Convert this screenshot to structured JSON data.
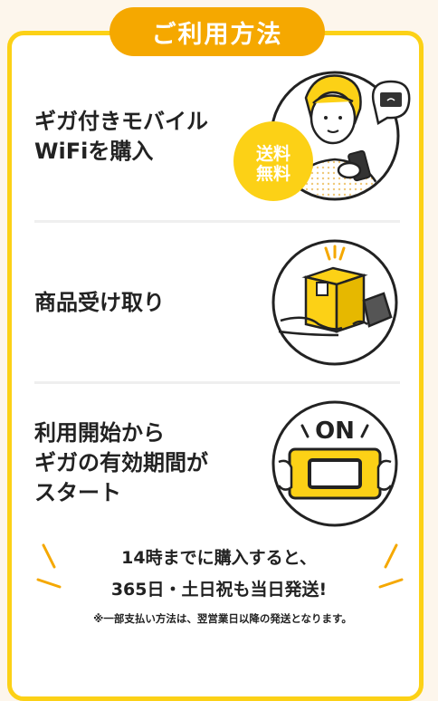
{
  "header": {
    "title": "ご利用方法"
  },
  "steps": [
    {
      "lines": [
        "ギガ付きモバイル",
        "WiFiを購入"
      ],
      "badge_lines": [
        "送料",
        "無料"
      ],
      "icon": "person-with-smartphone-icon"
    },
    {
      "lines": [
        "商品受け取り"
      ],
      "icon": "package-delivery-icon"
    },
    {
      "lines": [
        "利用開始から",
        "ギガの有効期間が",
        "スタート"
      ],
      "screen_label": "ON",
      "icon": "wifi-router-on-icon"
    }
  ],
  "note": {
    "line1": "14時までに購入すると、",
    "line2": "365日・土日祝も当日発送!"
  },
  "footnote": "※一部支払い方法は、翌営業日以降の発送となります。",
  "colors": {
    "orange": "#f5a800",
    "yellow": "#fcd116",
    "text": "#222222"
  }
}
